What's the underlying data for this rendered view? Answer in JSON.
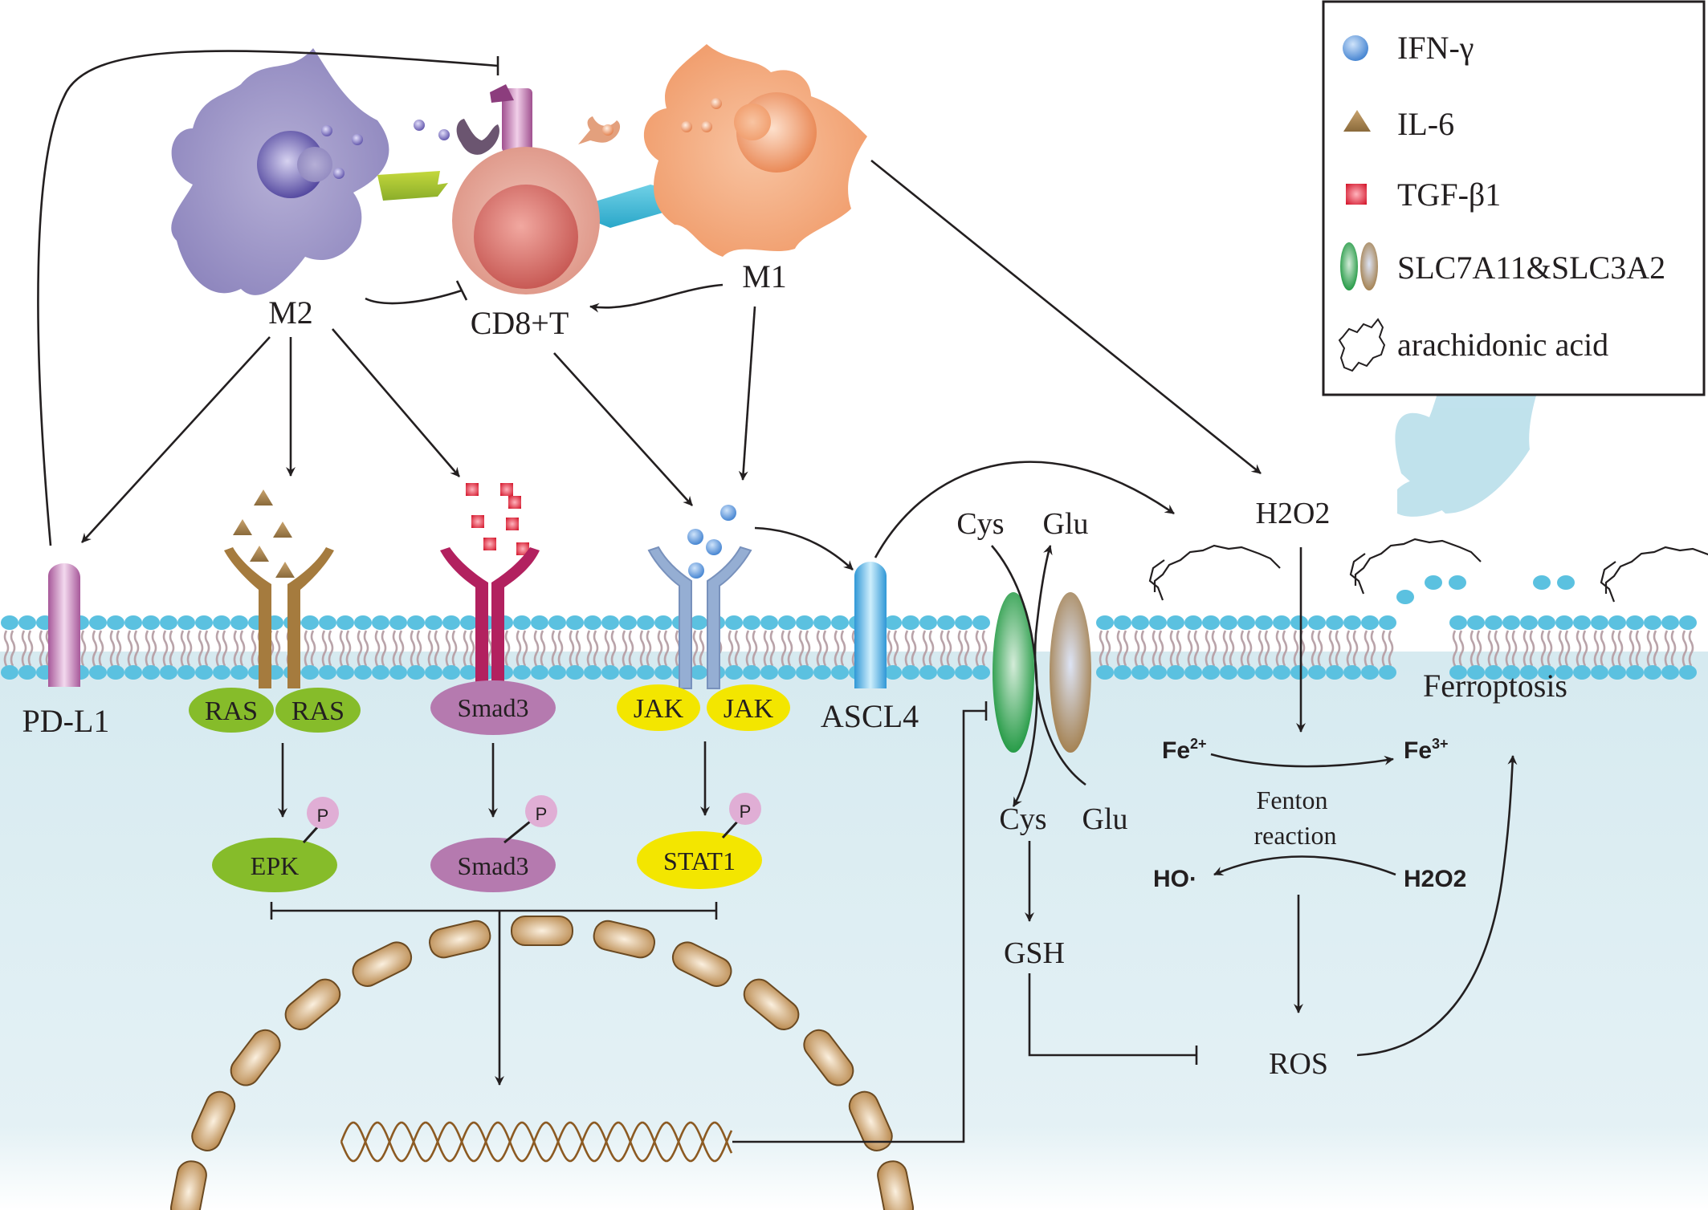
{
  "cells": {
    "m2": "M2",
    "cd8t": "CD8+T",
    "m1": "M1"
  },
  "receptors": {
    "pdl1": "PD-L1",
    "ascl4": "ASCL4"
  },
  "signaling": {
    "ras_left": "RAS",
    "ras_right": "RAS",
    "smad3_top": "Smad3",
    "jak_left": "JAK",
    "jak_right": "JAK",
    "epk": "EPK",
    "smad3_bottom": "Smad3",
    "stat1": "STAT1",
    "phospho": "P"
  },
  "ferroptosis": {
    "cys_top": "Cys",
    "glu_top": "Glu",
    "cys_bottom": "Cys",
    "glu_bottom": "Glu",
    "gsh": "GSH",
    "ros": "ROS",
    "h2o2_top": "H2O2",
    "h2o2_inner": "H2O2",
    "fe2_base": "Fe",
    "fe2_sup": "2+",
    "fe3_base": "Fe",
    "fe3_sup": "3+",
    "fenton_line1": "Fenton",
    "fenton_line2": "reaction",
    "ho": "HO·",
    "ferroptosis": "Ferroptosis"
  },
  "legend": {
    "ifn": "IFN-γ",
    "il6": "IL-6",
    "tgf": "TGF-β1",
    "slc": "SLC7A11&SLC3A2",
    "aa": "arachidonic acid"
  },
  "colors": {
    "cytoplasm": "#dcedf2",
    "lipid_head": "#5bc1e0",
    "m2_cell": "#9b93c4",
    "m1_cell": "#f2a376",
    "cd8_cell": "#e6a192",
    "pdl1": "#b66aa8",
    "ras_receptor": "#a07a3a",
    "tgf_receptor": "#b0205e",
    "jak_receptor": "#9bb3d4",
    "ascl4": "#3aa6e0",
    "ras": "#8cbf2f",
    "smad3": "#b77db0",
    "jak": "#f3e600",
    "slc7a11": "#1e9b3e",
    "slc3a2": "#a17a45",
    "ifn_gamma": "#4e8ed6",
    "il6": "#a07a4c",
    "tgf_beta1": "#d8102a",
    "nucleus_envelope": "#b8874b",
    "dna": "#8c5a22"
  },
  "icons": [
    "ifn-gamma-ball",
    "il6-triangle",
    "tgf-square",
    "slc-transporter",
    "arachidonic-acid-chain"
  ]
}
